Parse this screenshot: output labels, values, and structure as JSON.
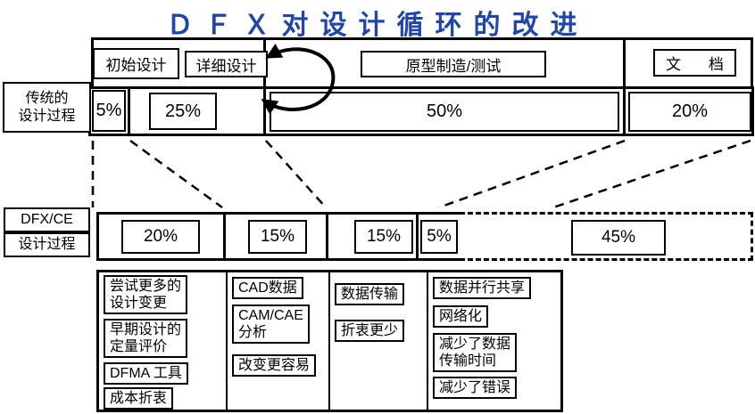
{
  "title": "ＤＦＸ对设计循环的改进",
  "colors": {
    "title_blue": "#1f46a8",
    "diagram_black": "#000000"
  },
  "icons": {
    "iteration_loop": "circular-iteration-arrow"
  },
  "traditional": {
    "side_label": "传统的\n设计过程",
    "phases": [
      "初始设计",
      "详细设计",
      "原型制造/测试",
      "文 档"
    ],
    "percents": [
      "5%",
      "25%",
      "50%",
      "20%"
    ]
  },
  "dfx": {
    "side_label_top": "DFX/CE",
    "side_label_bottom": "设计过程",
    "percents": [
      "20%",
      "15%",
      "15%",
      "5%",
      "45%"
    ]
  },
  "benefit_columns": [
    {
      "items": [
        "尝试更多的\n设计变更",
        "早期设计的\n定量评价",
        "DFMA 工具",
        "成本折衷"
      ]
    },
    {
      "items": [
        "CAD数据",
        "CAM/CAE\n分析",
        "改变更容易"
      ]
    },
    {
      "items": [
        "数据传输",
        "折衷更少"
      ]
    },
    {
      "items": [
        "数据并行共享",
        "网络化",
        "减少了数据\n传输时间",
        "减少了错误"
      ]
    }
  ]
}
